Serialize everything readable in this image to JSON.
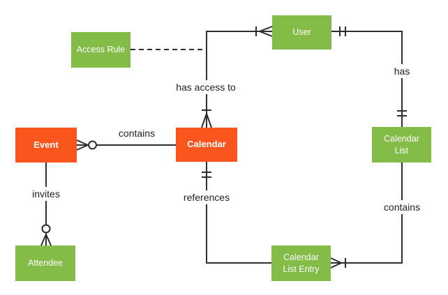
{
  "colors": {
    "entity_green": "#83BD48",
    "entity_orange": "#FA551D",
    "line": "#2D2D2D",
    "label_text": "#1F1F1F",
    "background": "#FFFFFF",
    "entity_text": "#FFFFFF"
  },
  "entities": {
    "access_rule": {
      "label": "Access Rule",
      "color": "#83BD48"
    },
    "user": {
      "label": "User",
      "color": "#83BD48"
    },
    "event": {
      "label": "Event",
      "color": "#FA551D"
    },
    "calendar": {
      "label": "Calendar",
      "color": "#FA551D"
    },
    "calendar_list": {
      "label": "Calendar List",
      "color": "#83BD48"
    },
    "attendee": {
      "label": "Attendee",
      "color": "#83BD48"
    },
    "calendar_list_entry": {
      "label": "Calendar List Entry",
      "color": "#83BD48"
    }
  },
  "relationships": {
    "event_calendar": {
      "label": "contains",
      "from": "Event",
      "to": "Calendar",
      "event_end_cardinality": "zero-or-many",
      "calendar_end_cardinality": "none"
    },
    "calendar_user": {
      "label": "has access to",
      "from": "Calendar",
      "to": "User",
      "calendar_end_cardinality": "one-or-many",
      "user_end_cardinality": "one-or-many"
    },
    "access_rule_link": {
      "label": "",
      "from": "Access Rule",
      "to": "has access to relationship",
      "style": "dashed"
    },
    "user_calendar_list": {
      "label": "has",
      "from": "User",
      "to": "Calendar List",
      "user_end_cardinality": "one-and-only-one",
      "calendar_list_end_cardinality": "one-and-only-one"
    },
    "calendar_list_entry_rel": {
      "label": "contains",
      "from": "Calendar List",
      "to": "Calendar List Entry",
      "entry_end_cardinality": "one-or-many"
    },
    "calendar_references": {
      "label": "references",
      "from": "Calendar",
      "to": "Calendar List Entry",
      "calendar_end_cardinality": "one-and-only-one"
    },
    "event_attendee": {
      "label": "invites",
      "from": "Event",
      "to": "Attendee",
      "attendee_end_cardinality": "zero-or-many"
    }
  }
}
